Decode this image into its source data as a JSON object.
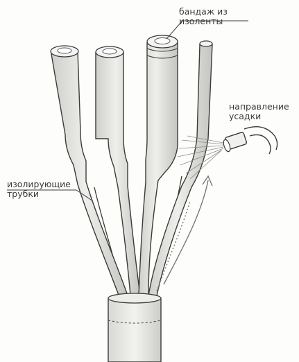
{
  "labels": {
    "bandage_line1": "бандаж из",
    "bandage_line2": "изоленты",
    "direction_line1": "направление",
    "direction_line2": "усадки",
    "tubes_line1": "изолирующие",
    "tubes_line2": "трубки"
  },
  "colors": {
    "ink": "#3a3a3a",
    "tube_fill": "#e6e6e3",
    "tube_shade": "#c9c9c5",
    "background": "#fdfdfb"
  }
}
